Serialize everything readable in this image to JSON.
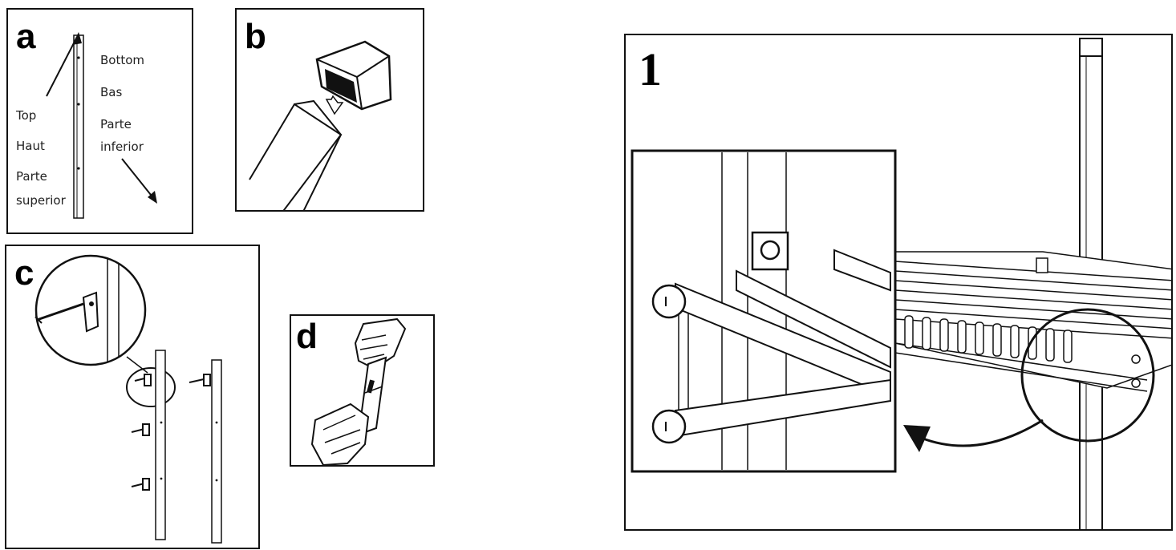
{
  "panels": {
    "a": {
      "letter": "a",
      "left_labels": [
        "Top",
        "Haut",
        "Parte",
        "superior"
      ],
      "right_labels": [
        "Bottom",
        "Bas",
        "Parte",
        "inferior"
      ]
    },
    "b": {
      "letter": "b"
    },
    "c": {
      "letter": "c"
    },
    "d": {
      "letter": "d"
    },
    "step1": {
      "number": "1"
    }
  }
}
